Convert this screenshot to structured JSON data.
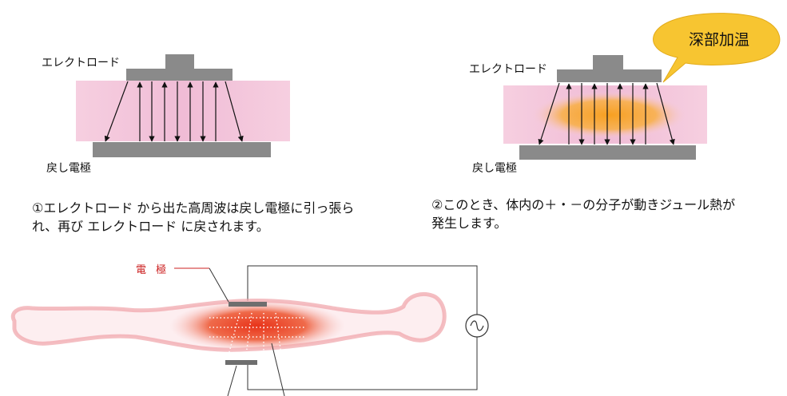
{
  "panel1": {
    "electrode_label": "エレクトロード",
    "return_label": "戻し電極",
    "caption_line1": "①エレクトロード から出た高周波は戻し電極に引っ張ら",
    "caption_line2": "れ、再び エレクトロード に戻されます。"
  },
  "panel2": {
    "electrode_label": "エレクトロード",
    "return_label": "戻し電極",
    "bubble_text": "深部加温",
    "caption_line1": "②このとき、体内の＋・－の分子が動きジュール熱が",
    "caption_line2": "発生します。"
  },
  "panel3": {
    "electrode_label": "電 極"
  },
  "colors": {
    "tissue_pink": "#f3c6dc",
    "electrode_gray": "#8a8a8a",
    "heat_orange": "#f59a2a",
    "bubble_yellow": "#f7c531",
    "body_glow": "#f08a8a",
    "heat_red": "#e23a1d"
  }
}
